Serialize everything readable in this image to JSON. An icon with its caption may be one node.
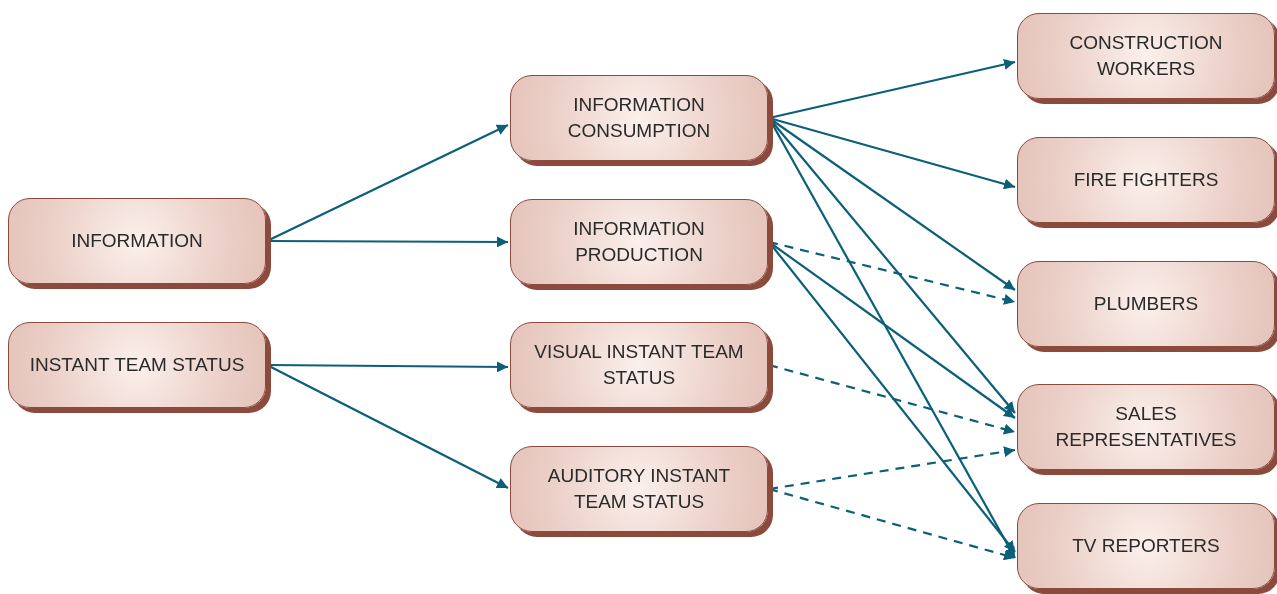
{
  "diagram": {
    "nodes": [
      {
        "text": [
          "INFORMATION"
        ]
      },
      {
        "text": [
          "INSTANT TEAM STATUS"
        ]
      },
      {
        "text": [
          "INFORMATION CONSUMPTION"
        ]
      },
      {
        "text": [
          "INFORMATION PRODUCTION"
        ]
      },
      {
        "text": [
          "VISUAL INSTANT TEAM STATUS"
        ]
      },
      {
        "text": [
          "AUDITORY INSTANT TEAM STATUS"
        ]
      },
      {
        "text": [
          "CONSTRUCTION WORKERS"
        ]
      },
      {
        "text": [
          "FIRE FIGHTERS"
        ]
      },
      {
        "text": [
          "PLUMBERS"
        ]
      },
      {
        "text": [
          "SALES REPRESENTATIVES"
        ]
      },
      {
        "text": [
          "TV REPORTERS"
        ]
      }
    ],
    "edges": [
      {
        "from": 0,
        "to": 2,
        "arrow": "to"
      },
      {
        "from": 0,
        "to": 3,
        "arrow": "to"
      },
      {
        "from": 1,
        "to": 4,
        "arrow": "to"
      },
      {
        "from": 1,
        "to": 5,
        "arrow": "to"
      },
      {
        "from": 2,
        "to": 6,
        "arrow": "to"
      },
      {
        "from": 2,
        "to": 7,
        "arrow": "to"
      },
      {
        "from": 2,
        "to": 8,
        "arrow": "to"
      },
      {
        "from": 2,
        "to": 9,
        "arrow": "to"
      },
      {
        "from": 2,
        "to": 10,
        "arrow": "to"
      },
      {
        "from": 3,
        "to": 8,
        "arrow": "to",
        "style": "dashed"
      },
      {
        "from": 3,
        "to": 9,
        "arrow": "to"
      },
      {
        "from": 3,
        "to": 10,
        "arrow": "to"
      },
      {
        "from": 4,
        "to": 9,
        "arrow": "to",
        "style": "dashed"
      },
      {
        "from": 5,
        "to": 9,
        "arrow": "to",
        "style": "dashed"
      },
      {
        "from": 5,
        "to": 10,
        "arrow": "to",
        "style": "dashed"
      }
    ]
  }
}
